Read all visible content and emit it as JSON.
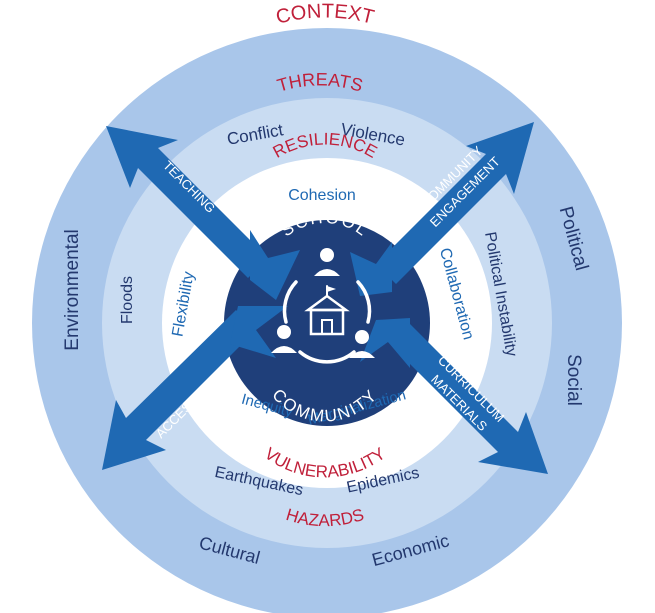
{
  "rings": {
    "outer": {
      "title": "CONTEXT",
      "items": [
        "Environmental",
        "Political",
        "Social",
        "Cultural",
        "Economic"
      ]
    },
    "threats": {
      "title": "THREATS",
      "items": [
        "Conflict",
        "Violence"
      ]
    },
    "hazards": {
      "title": "HAZARDS",
      "items": [
        "Floods",
        "Political Instability",
        "Earthquakes",
        "Epidemics"
      ]
    },
    "inner": {
      "resilience_title": "RESILIENCE",
      "resilience_items": [
        "Cohesion",
        "Flexibility",
        "Collaboration"
      ],
      "vulnerability_title": "VULNERABILITY",
      "vulnerability_items": [
        "Inequity",
        "Marginalization"
      ]
    },
    "core": {
      "top": "SCHOOL",
      "bottom": "COMMUNITY",
      "icon": "school-community-icon"
    }
  },
  "arrows": [
    {
      "lines": [
        "TEACHING"
      ],
      "direction": "top-left"
    },
    {
      "lines": [
        "COMMUNITY",
        "ENGAGEMENT"
      ],
      "direction": "top-right"
    },
    {
      "lines": [
        "ACCESS"
      ],
      "direction": "bottom-left"
    },
    {
      "lines": [
        "CURRICULUM",
        "MATERIALS"
      ],
      "direction": "bottom-right"
    }
  ],
  "colors": {
    "ring_outer": "#a9c6ea",
    "ring_mid": "#c9dcf2",
    "ring_inner": "#ffffff",
    "core": "#1f3f7a",
    "arrow": "#1f69b3",
    "title_red": "#c0203a",
    "text_navy": "#23386e",
    "text_blue": "#1f69b3"
  }
}
